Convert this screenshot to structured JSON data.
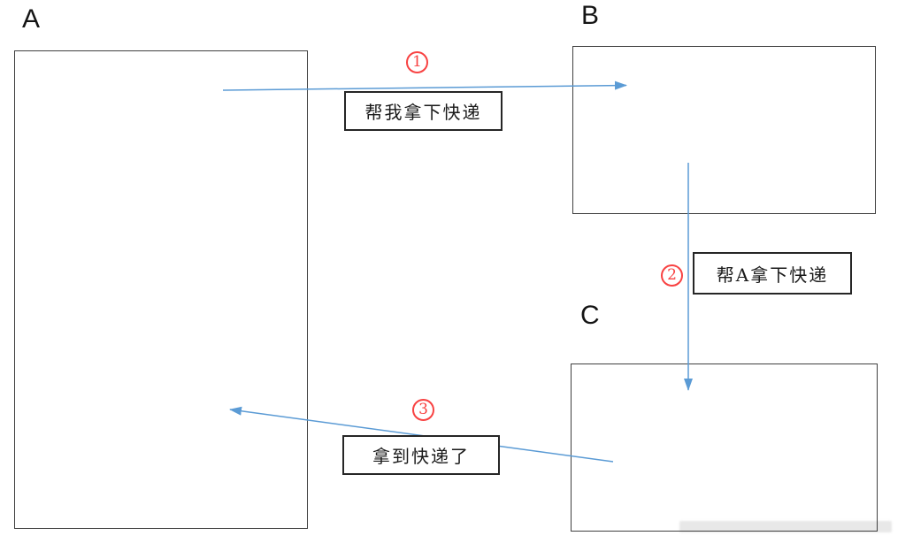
{
  "page": {
    "background": "#ffffff"
  },
  "diagram": {
    "type": "sequence-flow",
    "nodes": [
      {
        "id": "A",
        "label": "A"
      },
      {
        "id": "B",
        "label": "B"
      },
      {
        "id": "C",
        "label": "C"
      }
    ],
    "messages": [
      {
        "step": "1",
        "text": "帮我拿下快递",
        "from": "A",
        "to": "B"
      },
      {
        "step": "2",
        "text": "帮A拿下快递",
        "from": "B",
        "to": "C"
      },
      {
        "step": "3",
        "text": "拿到快递了",
        "from": "C",
        "to": "A"
      }
    ],
    "colors": {
      "arrow": "#5b9bd5",
      "step_red": "#f84242",
      "node_border": "#404040",
      "message_border": "#262626",
      "text": "#1a1a1a"
    }
  }
}
